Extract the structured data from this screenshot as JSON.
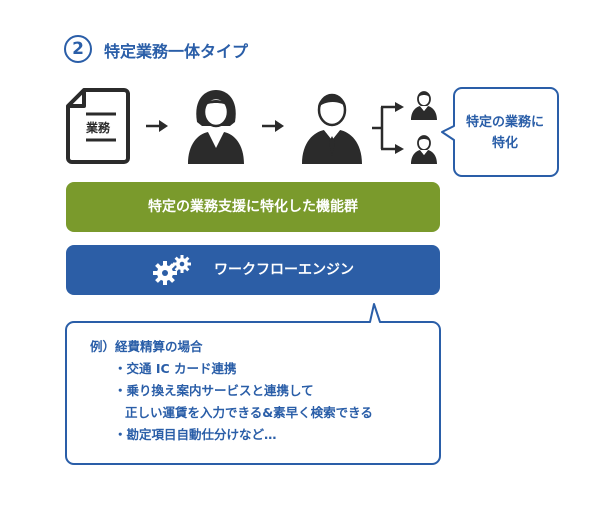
{
  "title": {
    "number": "2",
    "text": "特定業務一体タイプ"
  },
  "document": {
    "label": "業務"
  },
  "callout": {
    "line1": "特定の業務に",
    "line2": "特化"
  },
  "green_bar": {
    "label": "特定の業務支援に特化した機能群"
  },
  "blue_bar": {
    "label": "ワークフローエンジン",
    "icon": "gears-icon"
  },
  "example": {
    "heading": "例）経費精算の場合",
    "items": [
      "・交通 IC カード連携",
      "・乗り換え案内サービスと連携して",
      "正しい運賃を入力できる&素早く検索できる",
      "・勘定項目自動仕分けなど…"
    ]
  },
  "colors": {
    "blue": "#2a5ea8",
    "green": "#7a9a2c",
    "dark": "#2b2b2b"
  }
}
